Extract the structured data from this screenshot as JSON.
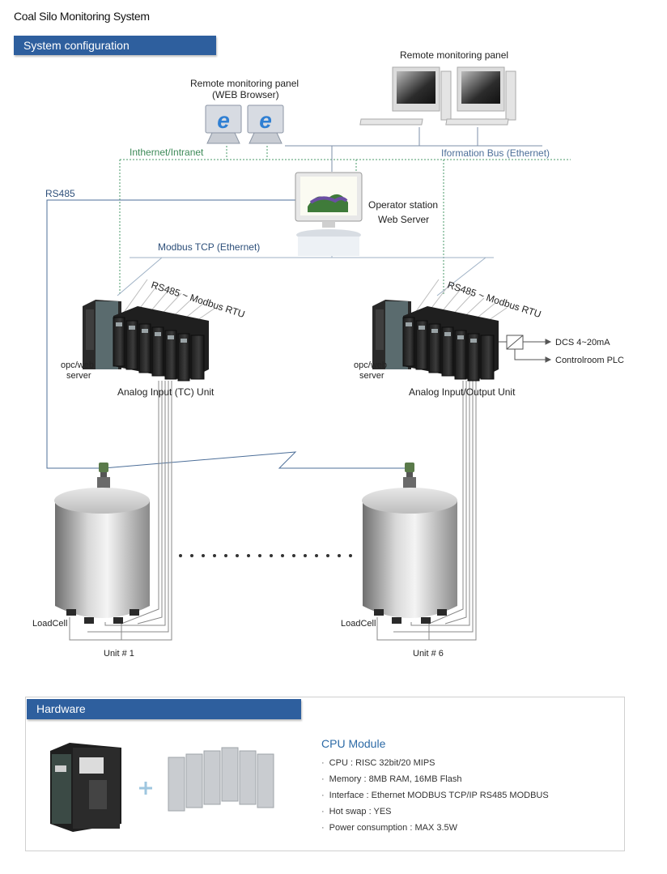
{
  "page": {
    "title": "Coal Silo Monitoring System"
  },
  "sections": {
    "system": "System configuration",
    "hardware": "Hardware"
  },
  "diagram": {
    "remote_panel_top": "Remote monitoring panel",
    "remote_panel_web": "Remote monitoring panel",
    "remote_panel_web_sub": "(WEB Browser)",
    "internet": "Inthernet/Intranet",
    "info_bus": "Iformation Bus (Ethernet)",
    "rs485": "RS485",
    "operator_l1": "Operator station",
    "operator_l2": "Web Server",
    "modbus_tcp": "Modbus TCP (Ethernet)",
    "rs485_rtu_left": "RS485 ~ Modbus RTU",
    "rs485_rtu_right": "RS485 ~ Modbus RTU",
    "opc_l1": "opc/web",
    "opc_l2": "server",
    "opc_r1": "opc/web",
    "opc_r2": "server",
    "analog_tc": "Analog Input (TC) Unit",
    "analog_io": "Analog Input/Output Unit",
    "dcs": "DCS 4~20mA",
    "plc": "Controlroom PLC",
    "loadcell_left": "LoadCell",
    "loadcell_right": "LoadCell",
    "unit1": "Unit # 1",
    "unit6": "Unit # 6",
    "colors": {
      "green_line": "#4a9a6a",
      "blue_line": "#4d6f99",
      "browser_icon": "#2f7fd3",
      "banner": "#2e5f9e"
    }
  },
  "hardware": {
    "cpu_title": "CPU Module",
    "specs": [
      "CPU : RISC 32bit/20 MIPS",
      "Memory : 8MB RAM, 16MB Flash",
      "Interface : Ethernet MODBUS TCP/IP RS485 MODBUS",
      "Hot swap : YES",
      "Power consumption : MAX 3.5W"
    ]
  }
}
